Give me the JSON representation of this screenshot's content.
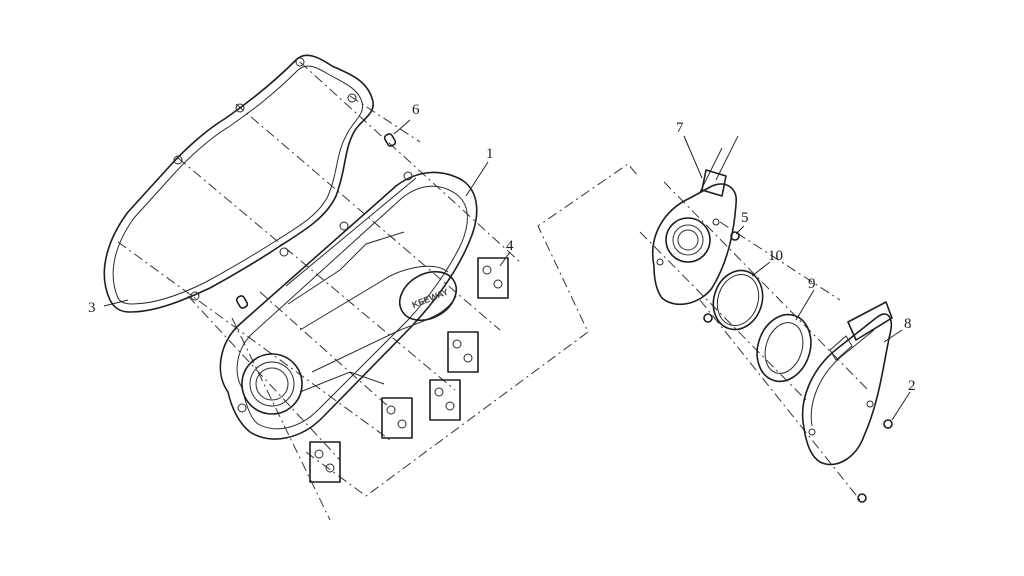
{
  "labels": {
    "l1": "1",
    "l2": "2",
    "l3": "3",
    "l4": "4",
    "l5": "5",
    "l6": "6",
    "l7": "7",
    "l8": "8",
    "l9": "9",
    "l10": "10"
  },
  "cover_logo": "KEEWAY"
}
